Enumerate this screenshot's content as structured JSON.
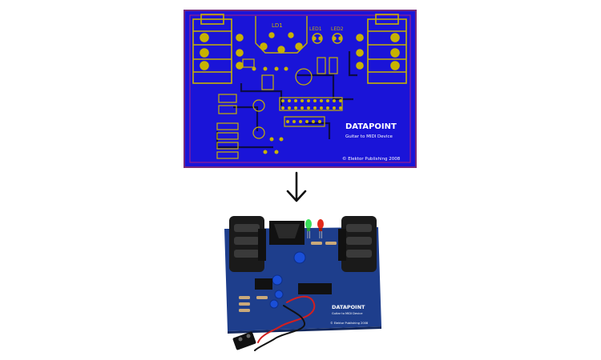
{
  "layout": {
    "brand_main": "DATA",
    "brand_accent": "POINT",
    "subtitle": "Guitar to MIDI Device",
    "copyright": "© Elektor Publishing 2008",
    "labels": {
      "c_top": "LD1",
      "led1": "LED1",
      "led2": "LED2"
    }
  },
  "board": {
    "brand_main": "DATA",
    "brand_accent": "POINT",
    "subtitle": "Guitar to MIDI Device",
    "copyright": "© Elektor Publishing 2008"
  },
  "colors": {
    "pcb_layout_bg": "#1a14d8",
    "pcb_layout_copper": "#c7b200",
    "pcb_layout_outline": "#b02080",
    "board_blue": "#1e3e8c",
    "led_green": "#3adf5a",
    "led_red": "#e22a1a",
    "wire_red": "#d21f1f",
    "wire_black": "#111111"
  },
  "icons": {
    "arrow": "arrow-down-icon"
  }
}
